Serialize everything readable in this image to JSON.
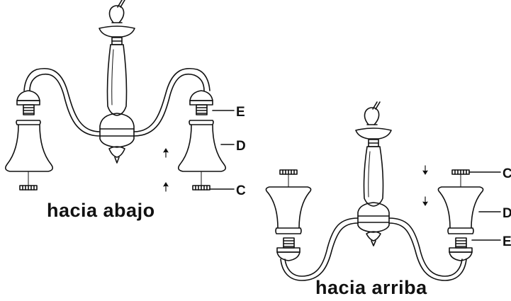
{
  "figures": [
    {
      "id": "down",
      "caption": "hacia abajo",
      "labels": {
        "E": "E",
        "D": "D",
        "C": "C"
      }
    },
    {
      "id": "up",
      "caption": "hacia arriba",
      "labels": {
        "C": "C",
        "D": "D",
        "E": "E"
      }
    }
  ],
  "colors": {
    "line": "#111111",
    "background": "#ffffff"
  }
}
